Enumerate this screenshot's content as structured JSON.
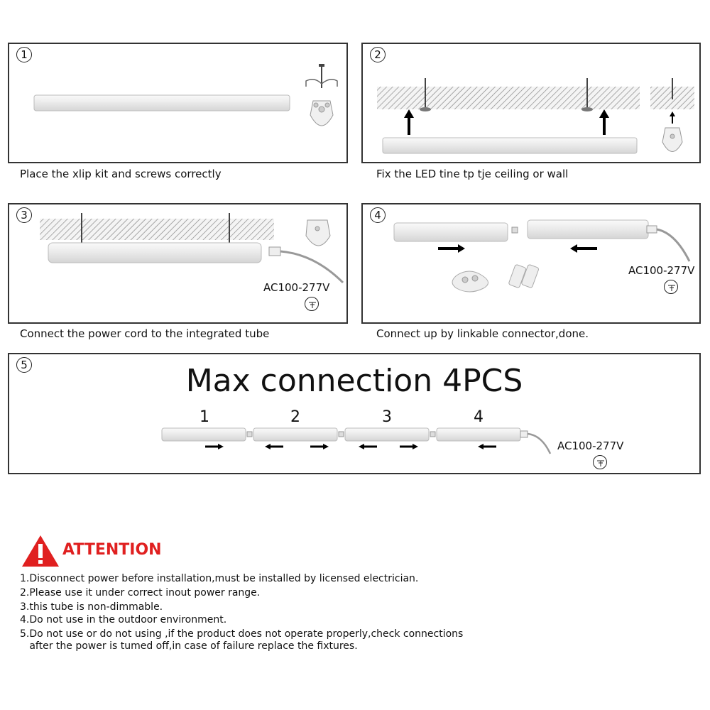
{
  "steps": [
    {
      "num": "1",
      "caption": "Place the xlip kit and  screws correctly"
    },
    {
      "num": "2",
      "caption": "Fix the LED tine tp tje ceiling or wall"
    },
    {
      "num": "3",
      "caption": "Connect the power cord to the integrated tube",
      "voltage": "AC100-277V"
    },
    {
      "num": "4",
      "caption": "Connect up by linkable connector,done.",
      "voltage": "AC100-277V"
    },
    {
      "num": "5",
      "title": "Max connection 4PCS",
      "voltage": "AC100-277V",
      "tube_labels": [
        "1",
        "2",
        "3",
        "4"
      ]
    }
  ],
  "attention": {
    "title": "ATTENTION",
    "notes": [
      "1.Disconnect power before installation,must be installed by licensed electrician.",
      "2.Please use it under correct inout power range.",
      "3.this tube is non-dimmable.",
      "4.Do not use in the outdoor environment.",
      "5.Do not use or do not using ,if the product does not operate properly,check connections",
      "   after the power is tumed off,in case of failure replace the fixtures."
    ]
  },
  "colors": {
    "warning_red": "#e02020",
    "border": "#333333"
  }
}
